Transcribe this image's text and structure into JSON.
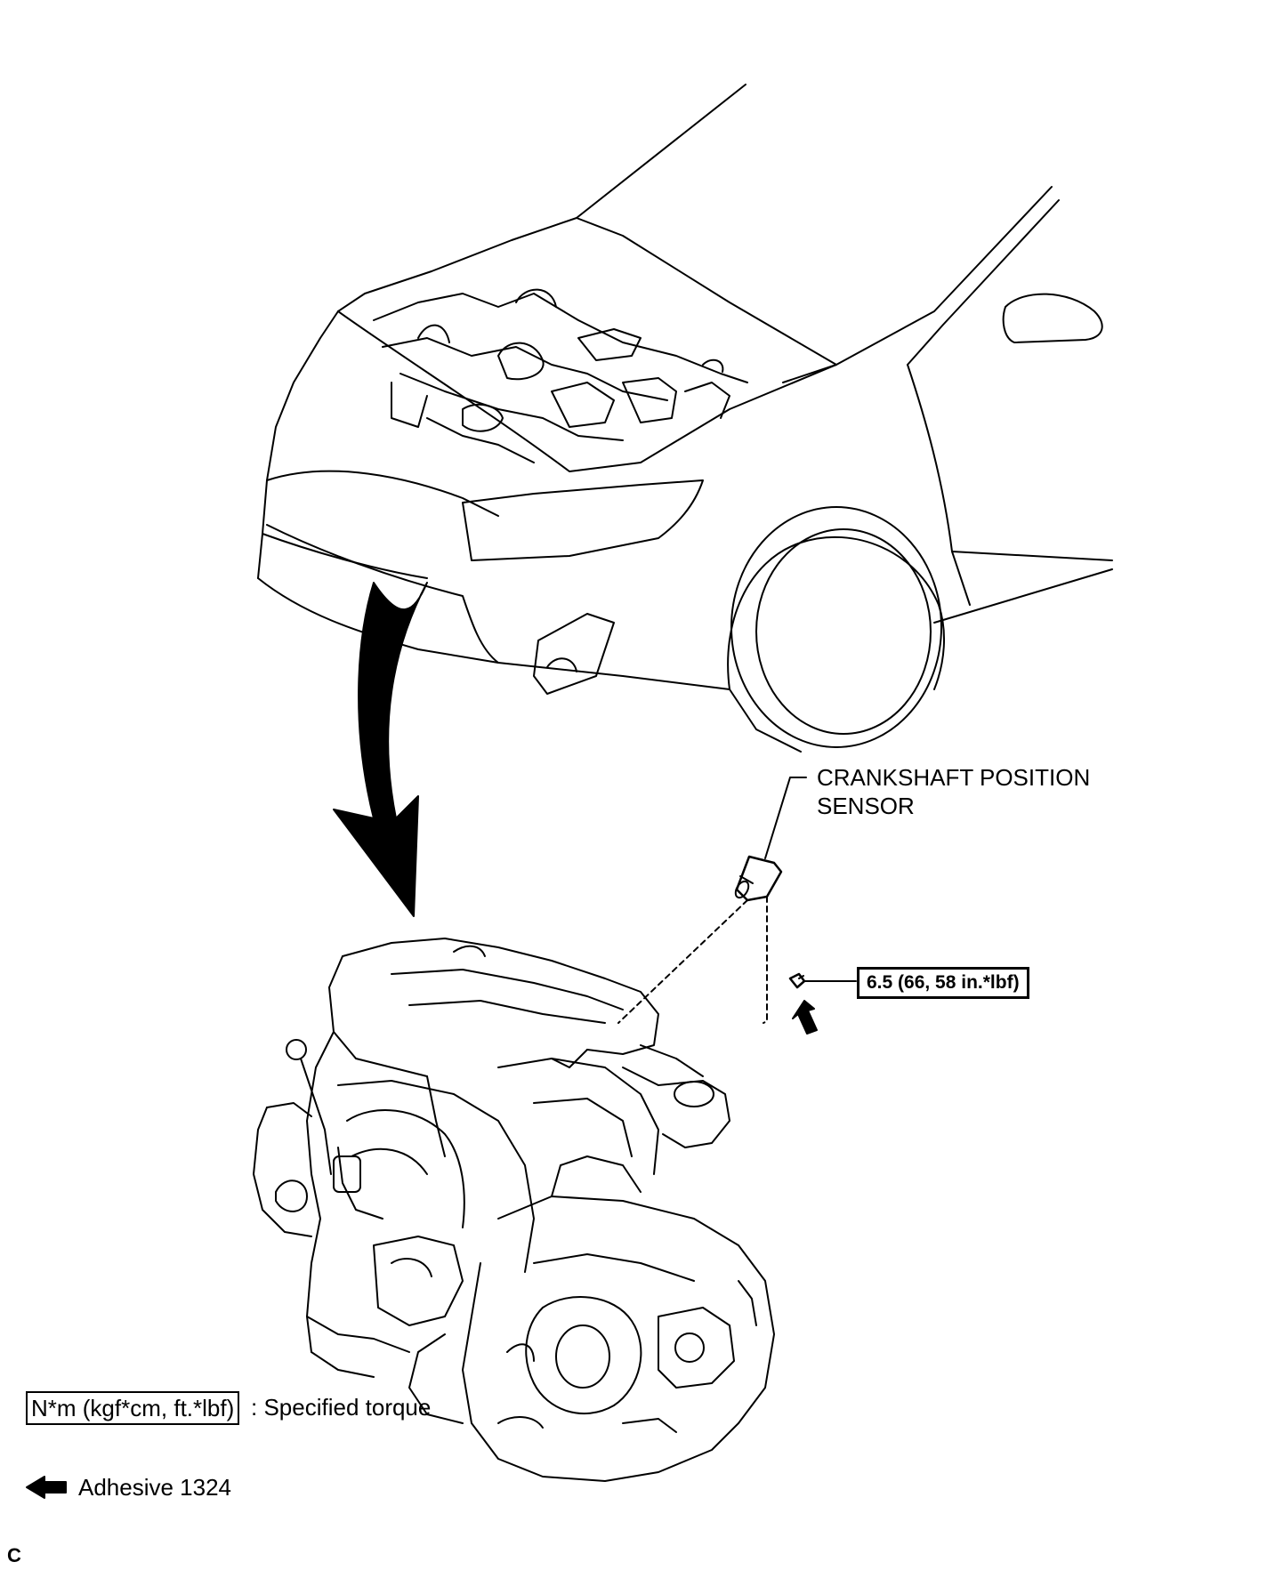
{
  "callouts": {
    "sensor_line1": "CRANKSHAFT POSITION",
    "sensor_line2": "SENSOR",
    "torque_value": "6.5 (66, 58 in.*lbf)"
  },
  "legend": {
    "torque_unit": "N*m (kgf*cm, ft.*lbf)",
    "torque_desc": ": Specified torque",
    "adhesive_label": "Adhesive 1324"
  },
  "figure_code": "C",
  "icons": [
    "adhesive-arrow-icon",
    "view-direction-arrow-icon"
  ]
}
